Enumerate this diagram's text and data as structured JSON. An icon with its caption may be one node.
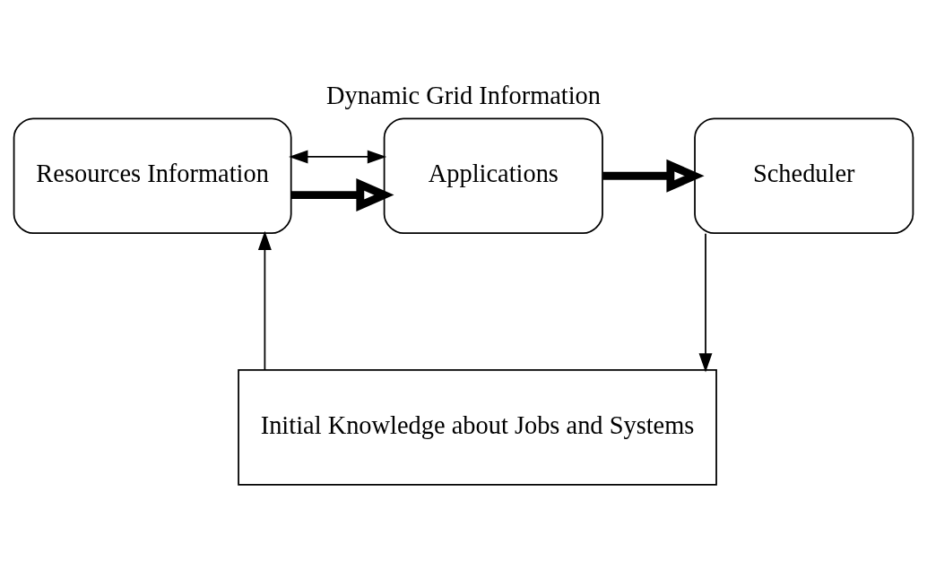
{
  "diagram": {
    "title": "Dynamic Grid Information",
    "nodes": [
      {
        "text": [
          "Resources Information"
        ]
      },
      {
        "text": [
          "Applications"
        ]
      },
      {
        "text": [
          "Scheduler"
        ]
      },
      {
        "text": [
          "Initial Knowledge about Jobs and Systems"
        ]
      }
    ],
    "edges": [
      {
        "from": 0,
        "to": 1,
        "arrow": "both"
      },
      {
        "from": 0,
        "to": 1,
        "arrow": "to",
        "style": "thick"
      },
      {
        "from": 1,
        "to": 2,
        "arrow": "to",
        "style": "thick"
      },
      {
        "from": 2,
        "to": 3,
        "arrow": "to"
      },
      {
        "from": 3,
        "to": 0,
        "arrow": "to"
      }
    ]
  }
}
